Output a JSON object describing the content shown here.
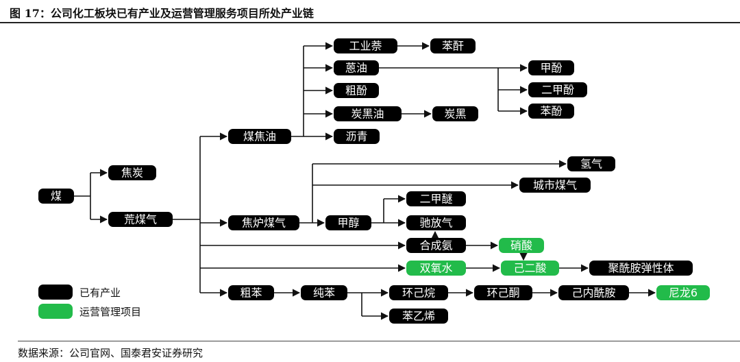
{
  "title": "图 17：公司化工板块已有产业及运营管理服务项目所处产业链",
  "source": "数据来源：公司官网、国泰君安证券研究",
  "colors": {
    "existing": "#000000",
    "operating": "#22bb4a"
  },
  "legend": [
    {
      "label": "已有产业",
      "color": "#000000"
    },
    {
      "label": "运营管理项目",
      "color": "#22bb4a"
    }
  ],
  "nodes": [
    {
      "id": "coal",
      "label": "煤",
      "type": "existing"
    },
    {
      "id": "coke",
      "label": "焦炭",
      "type": "existing"
    },
    {
      "id": "raw_gas",
      "label": "荒煤气",
      "type": "existing"
    },
    {
      "id": "tar",
      "label": "煤焦油",
      "type": "existing"
    },
    {
      "id": "naph",
      "label": "工业萘",
      "type": "existing"
    },
    {
      "id": "phth",
      "label": "苯酐",
      "type": "existing"
    },
    {
      "id": "anth",
      "label": "蒽油",
      "type": "existing"
    },
    {
      "id": "cresol",
      "label": "甲酚",
      "type": "existing"
    },
    {
      "id": "xylenol",
      "label": "二甲酚",
      "type": "existing"
    },
    {
      "id": "phenol",
      "label": "苯酚",
      "type": "existing"
    },
    {
      "id": "crude_phenol",
      "label": "粗酚",
      "type": "existing"
    },
    {
      "id": "cbo",
      "label": "炭黑油",
      "type": "existing"
    },
    {
      "id": "cb",
      "label": "炭黑",
      "type": "existing"
    },
    {
      "id": "pitch",
      "label": "沥青",
      "type": "existing"
    },
    {
      "id": "h2",
      "label": "氢气",
      "type": "existing"
    },
    {
      "id": "city_gas",
      "label": "城市煤气",
      "type": "existing"
    },
    {
      "id": "coke_gas",
      "label": "焦炉煤气",
      "type": "existing"
    },
    {
      "id": "meoh",
      "label": "甲醇",
      "type": "existing"
    },
    {
      "id": "dme",
      "label": "二甲醚",
      "type": "existing"
    },
    {
      "id": "purge",
      "label": "驰放气",
      "type": "existing"
    },
    {
      "id": "nh3",
      "label": "合成氨",
      "type": "existing"
    },
    {
      "id": "hno3",
      "label": "硝酸",
      "type": "operating"
    },
    {
      "id": "h2o2",
      "label": "双氧水",
      "type": "operating"
    },
    {
      "id": "adipic",
      "label": "己二酸",
      "type": "operating"
    },
    {
      "id": "tpu",
      "label": "聚酰胺弹性体",
      "type": "existing"
    },
    {
      "id": "crude_benz",
      "label": "粗苯",
      "type": "existing"
    },
    {
      "id": "pure_benz",
      "label": "纯苯",
      "type": "existing"
    },
    {
      "id": "cyhex",
      "label": "环己烷",
      "type": "existing"
    },
    {
      "id": "cyhexone",
      "label": "环己酮",
      "type": "existing"
    },
    {
      "id": "capro",
      "label": "己内酰胺",
      "type": "existing"
    },
    {
      "id": "nylon6",
      "label": "尼龙6",
      "type": "operating"
    },
    {
      "id": "styrene",
      "label": "苯乙烯",
      "type": "existing"
    }
  ]
}
